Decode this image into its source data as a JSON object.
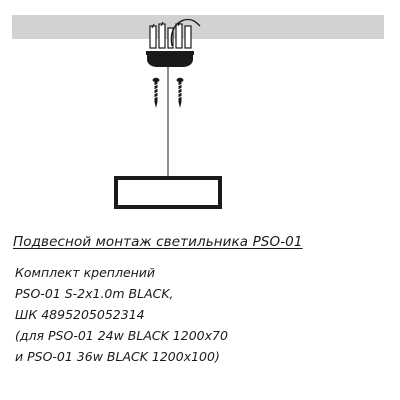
{
  "colors": {
    "ceiling": "#d2d2d2",
    "ink": "#1a1a1a",
    "background": "#ffffff"
  },
  "caption": {
    "title": "Подвесной монтаж светильника PSO-01",
    "lines": [
      "Комплект креплений",
      "PSO-01 S-2x1.0m BLACK,",
      "ШК 4895205052314",
      "(для PSO-01 24w BLACK 1200x70",
      "и PSO-01 36w BLACK 1200x100)"
    ]
  }
}
